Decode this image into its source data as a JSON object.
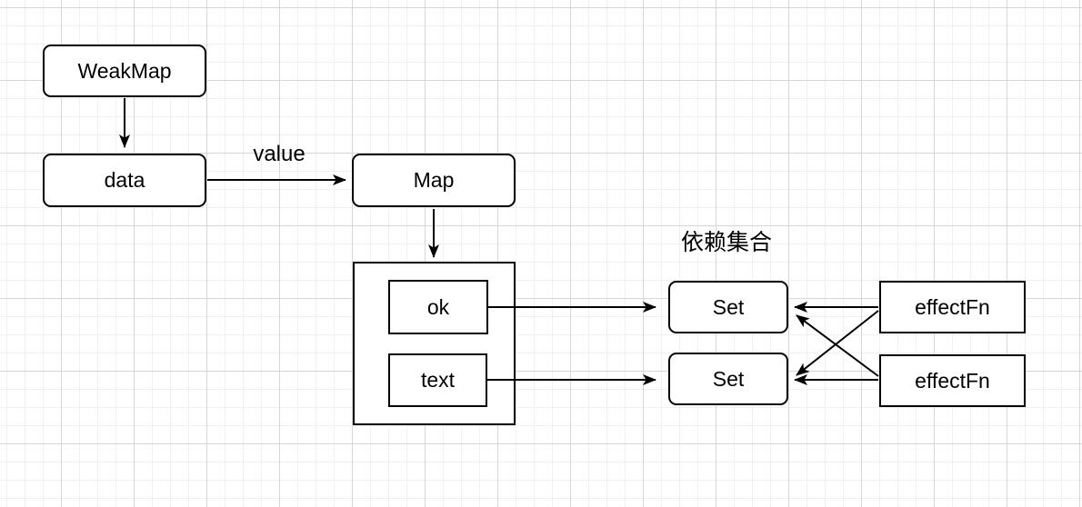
{
  "nodes": {
    "weakmap": {
      "label": "WeakMap"
    },
    "data": {
      "label": "data"
    },
    "map": {
      "label": "Map"
    },
    "ok": {
      "label": "ok"
    },
    "text_key": {
      "label": "text"
    },
    "set_ok": {
      "label": "Set"
    },
    "set_text": {
      "label": "Set"
    },
    "effect_fn_a": {
      "label": "effectFn"
    },
    "effect_fn_b": {
      "label": "effectFn"
    }
  },
  "labels": {
    "edge_value": "value",
    "dependency_collection": "依赖集合"
  },
  "edges": [
    {
      "from": "weakmap",
      "to": "data",
      "label": ""
    },
    {
      "from": "data",
      "to": "map",
      "label": "value"
    },
    {
      "from": "map",
      "to": "keys_container",
      "label": ""
    },
    {
      "from": "ok",
      "to": "set_ok",
      "label": ""
    },
    {
      "from": "text_key",
      "to": "set_text",
      "label": ""
    },
    {
      "from": "effect_fn_a",
      "to": "set_ok",
      "label": ""
    },
    {
      "from": "effect_fn_a",
      "to": "set_text",
      "label": ""
    },
    {
      "from": "effect_fn_b",
      "to": "set_ok",
      "label": ""
    },
    {
      "from": "effect_fn_b",
      "to": "set_text",
      "label": ""
    }
  ],
  "colors": {
    "stroke": "#000000",
    "node_fill": "#ffffff",
    "text": "#000000",
    "grid_minor": "#f0f0f0",
    "grid_major": "#d6d6d6"
  }
}
